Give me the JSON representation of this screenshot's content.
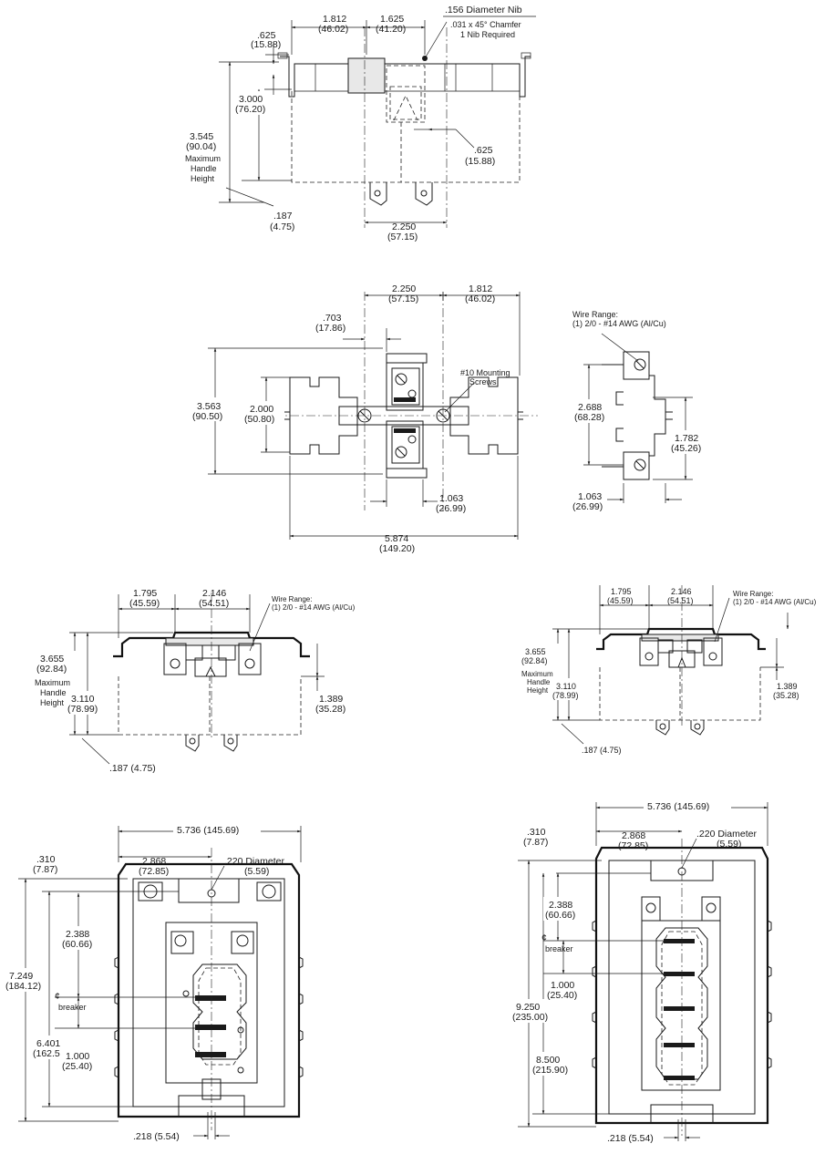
{
  "view1": {
    "dim_625": ".625",
    "dim_625_mm": "(15.88)",
    "dim_1812": "1.812",
    "dim_1812_mm": "(46.02)",
    "dim_1625": "1.625",
    "dim_1625_mm": "(41.20)",
    "nib_title": ".156 Diameter Nib",
    "nib_chamfer": ".031 x 45° Chamfer",
    "nib_req": "1 Nib Required",
    "dim_3000": "3.000",
    "dim_3000_mm": "(76.20)",
    "dim_3545": "3.545",
    "dim_3545_mm": "(90.04)",
    "max1": "Maximum",
    "max2": "Handle",
    "max3": "Height",
    "dim_625b": ".625",
    "dim_625b_mm": "(15.88)",
    "dim_187": ".187",
    "dim_187_mm": "(4.75)",
    "dim_2250": "2.250",
    "dim_2250_mm": "(57.15)"
  },
  "view2": {
    "dim_2250": "2.250",
    "dim_2250_mm": "(57.15)",
    "dim_1812": "1.812",
    "dim_1812_mm": "(46.02)",
    "dim_703": ".703",
    "dim_703_mm": "(17.86)",
    "screws1": "#10 Mounting",
    "screws2": "Screws",
    "dim_3563": "3.563",
    "dim_3563_mm": "(90.50)",
    "dim_2000": "2.000",
    "dim_2000_mm": "(50.80)",
    "dim_1063": "1.063",
    "dim_1063_mm": "(26.99)",
    "dim_5874": "5.874",
    "dim_5874_mm": "(149.20)"
  },
  "view3": {
    "wire1": "Wire Range:",
    "wire2": "(1) 2/0 - #14 AWG (Al/Cu)",
    "dim_2688": "2.688",
    "dim_2688_mm": "(68.28)",
    "dim_1782": "1.782",
    "dim_1782_mm": "(45.26)",
    "dim_1063": "1.063",
    "dim_1063_mm": "(26.99)"
  },
  "view4": {
    "dim_1795": "1.795",
    "dim_1795_mm": "(45.59)",
    "dim_2146": "2.146",
    "dim_2146_mm": "(54.51)",
    "wire1": "Wire Range:",
    "wire2": "(1) 2/0 - #14 AWG (Al/Cu)",
    "dim_3655": "3.655",
    "dim_3655_mm": "(92.84)",
    "max1": "Maximum",
    "max2": "Handle",
    "max3": "Height",
    "dim_3110": "3.110",
    "dim_3110_mm": "(78.99)",
    "dim_1389": "1.389",
    "dim_1389_mm": "(35.28)",
    "dim_187": ".187 (4.75)"
  },
  "view5": {
    "dim_1795": "1.795",
    "dim_1795_mm": "(45.59)",
    "dim_2146": "2.146",
    "dim_2146_mm": "(54.51)",
    "wire1": "Wire Range:",
    "wire2": "(1) 2/0 - #14 AWG (Al/Cu)",
    "dim_3655": "3.655",
    "dim_3655_mm": "(92.84)",
    "max1": "Maximum",
    "max2": "Handle",
    "max3": "Height",
    "dim_3110": "3.110",
    "dim_3110_mm": "(78.99)",
    "dim_1389": "1.389",
    "dim_1389_mm": "(35.28)",
    "dim_187": ".187 (4.75)"
  },
  "view6": {
    "dim_5736": "5.736 (145.69)",
    "dim_310": ".310",
    "dim_310_mm": "(7.87)",
    "dim_2868": "2.868",
    "dim_2868_mm": "(72.85)",
    "dim_220": ".220 Diameter",
    "dim_220_mm": "(5.59)",
    "dim_2388": "2.388",
    "dim_2388_mm": "(60.66)",
    "cl": "¢",
    "breaker": "breaker",
    "dim_7249": "7.249",
    "dim_7249_mm": "(184.12)",
    "dim_1000": "1.000",
    "dim_1000_mm": "(25.40)",
    "dim_6401": "6.401",
    "dim_6401_mm": "(162.59)",
    "dim_218": ".218 (5.54)"
  },
  "view7": {
    "dim_5736": "5.736 (145.69)",
    "dim_310": ".310",
    "dim_310_mm": "(7.87)",
    "dim_2868": "2.868",
    "dim_2868_mm": "(72.85)",
    "dim_220": ".220 Diameter",
    "dim_220_mm": "(5.59)",
    "dim_2388": "2.388",
    "dim_2388_mm": "(60.66)",
    "cl": "¢",
    "breaker": "breaker",
    "dim_1000": "1.000",
    "dim_1000_mm": "(25.40)",
    "dim_9250": "9.250",
    "dim_9250_mm": "(235.00)",
    "dim_8500": "8.500",
    "dim_8500_mm": "(215.90)",
    "dim_218": ".218 (5.54)"
  }
}
